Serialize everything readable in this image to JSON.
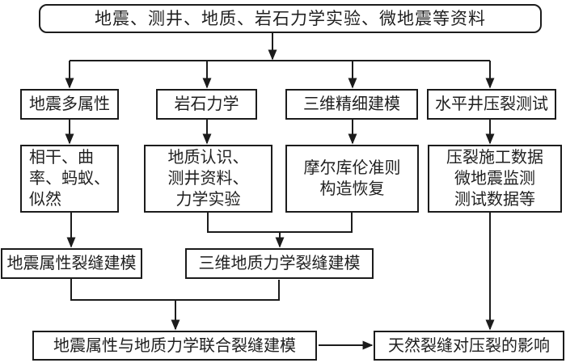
{
  "diagram": {
    "title": "fracture-modeling-workflow-flowchart",
    "colors": {
      "line": "#1c1c1c",
      "box_border": "#1c1c1c",
      "box_fill": "#ffffff",
      "text": "#1f1f1f",
      "background": "#ffffff"
    },
    "nodes": {
      "source": {
        "label": "地震、测井、地质、岩石力学实验、微地震等资料"
      },
      "seismic_multi_attribute": {
        "label": "地震多属性"
      },
      "rock_mechanics": {
        "label": "岩石力学"
      },
      "fine_3d_modeling": {
        "label": "三维精细建模"
      },
      "horizontal_well_frac_test": {
        "label": "水平井压裂测试"
      },
      "coherence_curvature_ant_likelihood": {
        "label": "相干、曲\n率、蚂蚁、\n似然"
      },
      "geology_logging_mechanics": {
        "label": "地质认识、\n测井资料、\n力学实验"
      },
      "mohr_coulomb_restoration": {
        "label": "摩尔库伦准则\n构造恢复"
      },
      "frac_microseismic_data": {
        "label": "压裂施工数据\n微地震监测\n测试数据等"
      },
      "seismic_attribute_fracture_model": {
        "label": "地震属性裂缝建模"
      },
      "geomech_3d_fracture_model": {
        "label": "三维地质力学裂缝建模"
      },
      "joint_fracture_model": {
        "label": "地震属性与地质力学联合裂缝建模"
      },
      "natural_fracture_impact": {
        "label": "天然裂缝对压裂的影响"
      }
    }
  }
}
